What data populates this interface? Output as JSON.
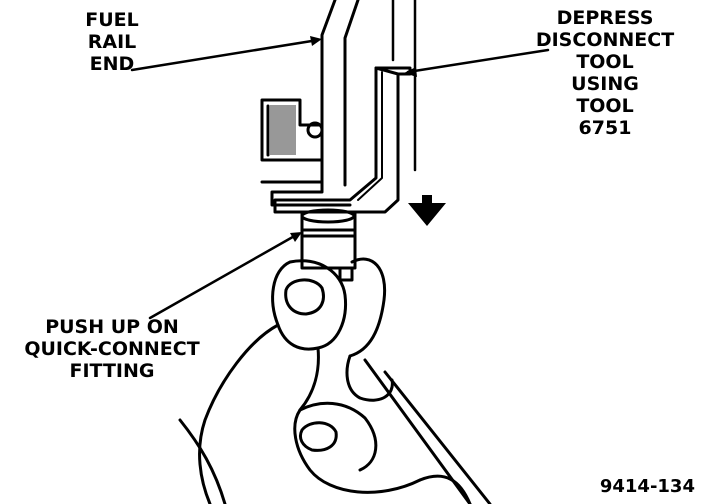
{
  "labels": {
    "fuel_rail_end": [
      "FUEL",
      "RAIL",
      "END"
    ],
    "depress_tool": [
      "DEPRESS",
      "DISCONNECT",
      "TOOL",
      "USING",
      "TOOL",
      "6751"
    ],
    "push_up": [
      "PUSH UP ON",
      "QUICK-CONNECT",
      "FITTING"
    ],
    "figure_number": "9414-134"
  },
  "colors": {
    "ink": "#000000",
    "paper": "#ffffff"
  }
}
